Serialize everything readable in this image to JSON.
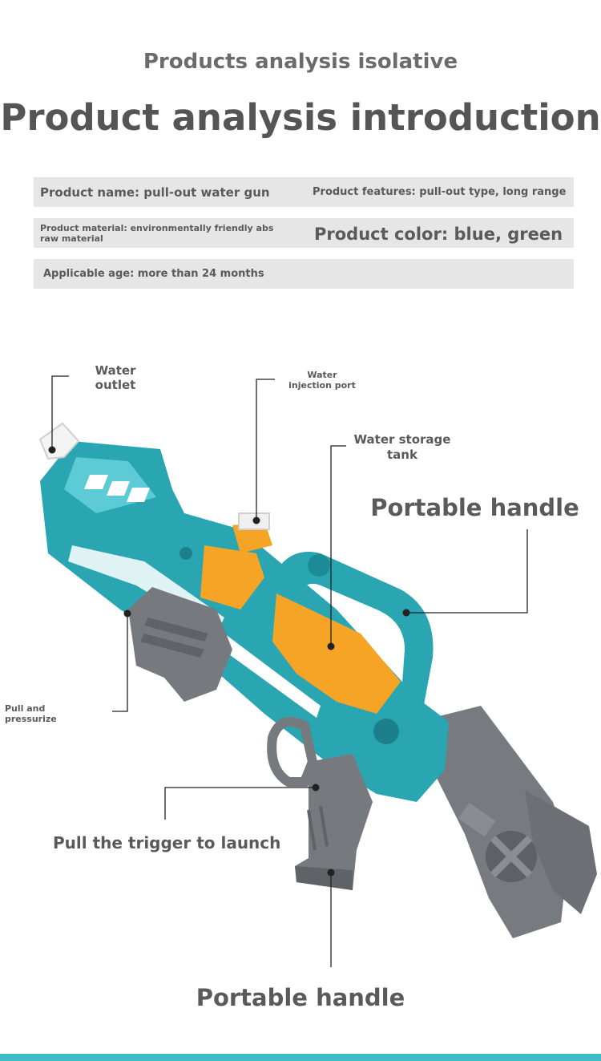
{
  "header": {
    "subtitle": "Products analysis isolative",
    "title": "Product analysis introduction"
  },
  "specs": {
    "product_name": "Product name: pull-out water gun",
    "product_features": "Product features: pull-out type, long range",
    "product_material_line1": "Product material: environmentally friendly abs",
    "product_material_line2": "raw material",
    "product_color": "Product color: blue, green",
    "applicable_age": "Applicable age: more than 24 months"
  },
  "callouts": {
    "water_outlet_line1": "Water",
    "water_outlet_line2": "outlet",
    "water_injection_line1": "Water",
    "water_injection_line2": "injection port",
    "water_storage_line1": "Water storage",
    "water_storage_line2": "tank",
    "portable_handle_top": "Portable handle",
    "pull_pressurize_line1": "Pull and",
    "pull_pressurize_line2": "pressurize",
    "trigger": "Pull the trigger to launch",
    "portable_handle_bottom": "Portable handle"
  },
  "colors": {
    "teal": "#2aa5b2",
    "orange": "#f5a425",
    "gray": "#767a7e",
    "accent_bar": "#3fbcc6"
  }
}
